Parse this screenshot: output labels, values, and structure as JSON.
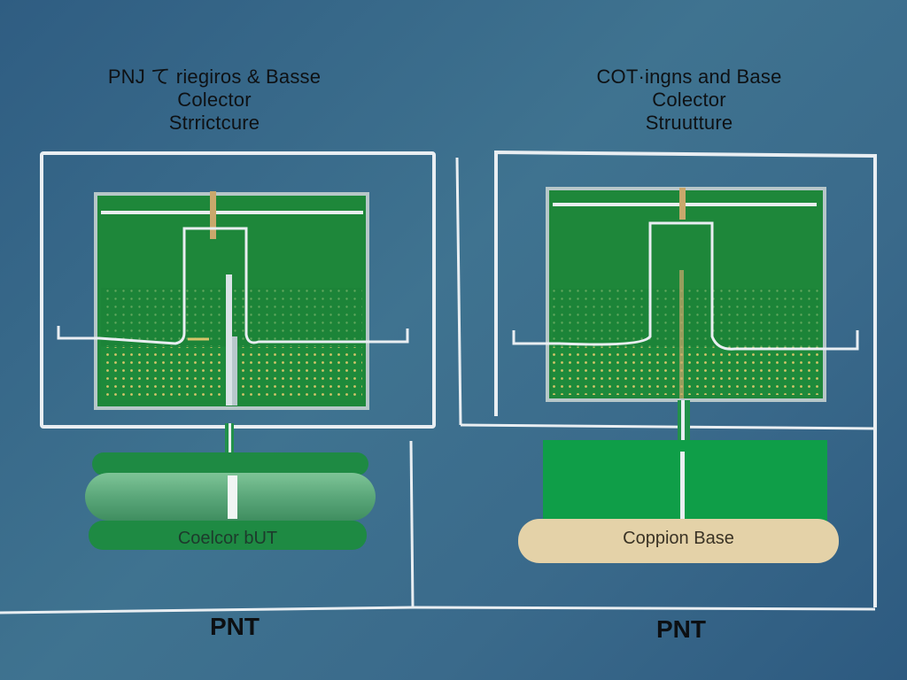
{
  "left_panel": {
    "title_lines": [
      "PNJ て riegiros & Basse",
      "Colector",
      "Strrictcure"
    ],
    "device_label": "Coelcor bUT",
    "footer_label": "PNT"
  },
  "right_panel": {
    "title_lines": [
      "COT·ingns  and Base",
      "Colector",
      "Struutture"
    ],
    "device_label": "Coppion Base",
    "footer_label": "PNT"
  },
  "colors": {
    "background": "#3a6a8b",
    "outline": "#e9eef2",
    "board_green": "#1f8a3c",
    "board_dark": "#1a7a34",
    "pill_green": "#22914a",
    "pill_light": "#5fae7c",
    "tan": "#e4d2a8",
    "gold_dot": "#d7c56a"
  }
}
